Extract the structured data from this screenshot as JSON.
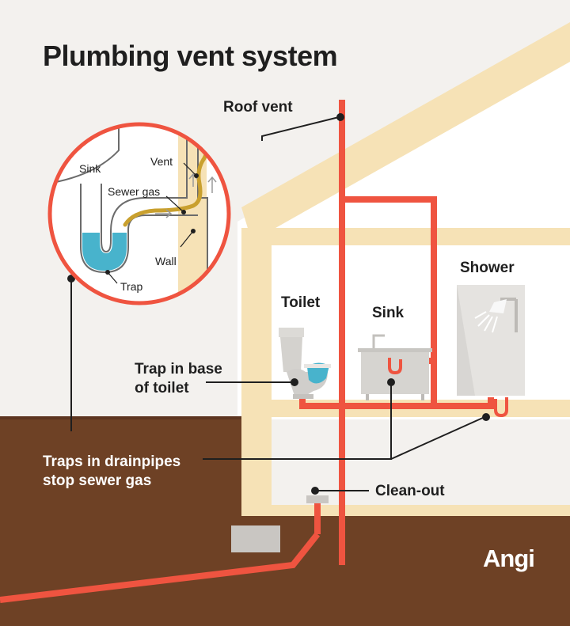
{
  "title": "Plumbing vent system",
  "labels": {
    "roof_vent": "Roof vent",
    "toilet": "Toilet",
    "sink": "Sink",
    "shower": "Shower",
    "trap_toilet": "Trap in base\nof toilet",
    "traps_drainpipes": "Traps in drainpipes\nstop sewer gas",
    "clean_out": "Clean-out"
  },
  "inset": {
    "sink": "Sink",
    "vent": "Vent",
    "sewer_gas": "Sewer gas",
    "wall": "Wall",
    "trap": "Trap"
  },
  "brand": "Angi",
  "colors": {
    "pipe": "#ef5440",
    "wood": "#f6e2b6",
    "ground": "#6e4125",
    "water": "#48b3cc",
    "gas": "#c9a02e",
    "background": "#f3f1ee"
  }
}
